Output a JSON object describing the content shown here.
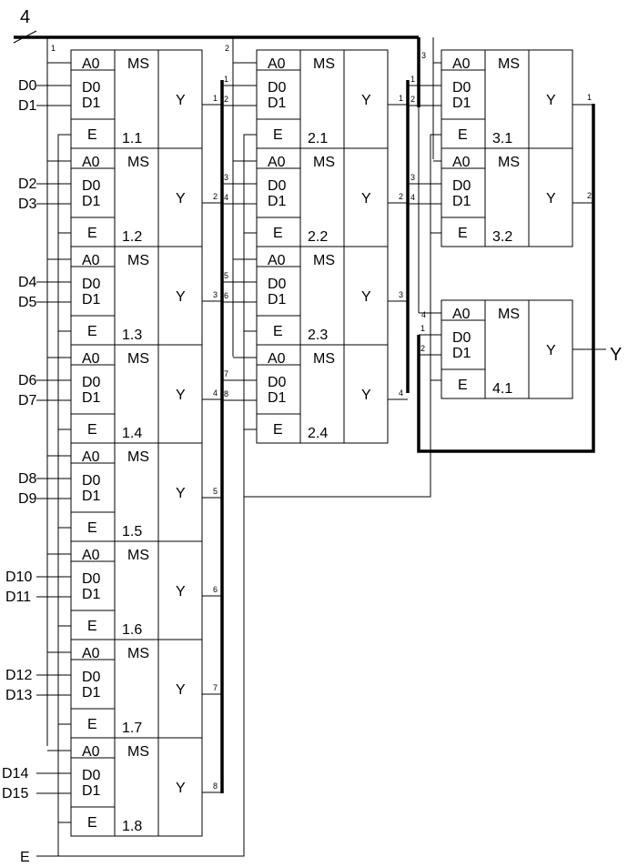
{
  "bus_width_label": "4",
  "output_label": "Y",
  "enable_label": "E",
  "mux_labels": {
    "select": "A0",
    "type": "MS",
    "d0": "D0",
    "d1": "D1",
    "enable": "E",
    "out": "Y"
  },
  "stage1": [
    {
      "id": "1.1",
      "in0": "D0",
      "in1": "D1"
    },
    {
      "id": "1.2",
      "in0": "D2",
      "in1": "D3"
    },
    {
      "id": "1.3",
      "in0": "D4",
      "in1": "D5"
    },
    {
      "id": "1.4",
      "in0": "D6",
      "in1": "D7"
    },
    {
      "id": "1.5",
      "in0": "D8",
      "in1": "D9"
    },
    {
      "id": "1.6",
      "in0": "D10",
      "in1": "D11"
    },
    {
      "id": "1.7",
      "in0": "D12",
      "in1": "D13"
    },
    {
      "id": "1.8",
      "in0": "D14",
      "in1": "D15"
    }
  ],
  "stage2": [
    {
      "id": "2.1"
    },
    {
      "id": "2.2"
    },
    {
      "id": "2.3"
    },
    {
      "id": "2.4"
    }
  ],
  "stage3": [
    {
      "id": "3.1"
    },
    {
      "id": "3.2"
    }
  ],
  "stage4": [
    {
      "id": "4.1"
    }
  ],
  "pin_numbers": {
    "stage1_out": [
      "1",
      "2",
      "3",
      "4",
      "5",
      "6",
      "7",
      "8"
    ],
    "stage2_in": [
      "1",
      "2",
      "3",
      "4",
      "5",
      "6",
      "7",
      "8"
    ],
    "stage2_out": [
      "1",
      "2",
      "3",
      "4"
    ],
    "stage3_in": [
      "1",
      "2",
      "3",
      "4"
    ],
    "stage3_out": [
      "1",
      "2"
    ],
    "stage4_in": [
      "1",
      "2"
    ],
    "select": [
      "1",
      "2",
      "3",
      "4"
    ]
  }
}
